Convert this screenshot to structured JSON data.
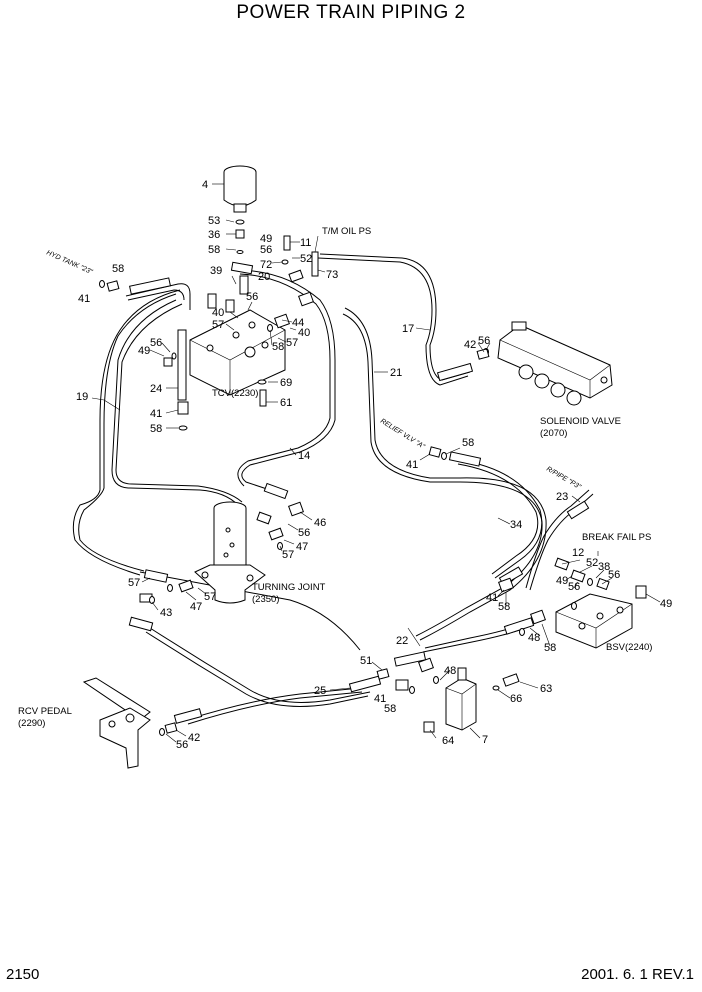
{
  "header": {
    "title": "POWER TRAIN PIPING 2"
  },
  "footer": {
    "page_number": "2150",
    "revision": "2001. 6. 1  REV.1"
  },
  "components": {
    "tcv": "TCV(2230)",
    "solenoid_valve": "SOLENOID VALVE",
    "solenoid_valve_code": "(2070)",
    "turning_joint": "TURNING JOINT",
    "turning_joint_code": "(2350)",
    "rcv_pedal": "RCV PEDAL",
    "rcv_pedal_code": "(2290)",
    "bsv": "BSV(2240)",
    "tm_oil_ps": "T/M OIL PS",
    "break_fail_ps": "BREAK FAIL PS"
  },
  "pipe_tags": {
    "hyd_tank": "HYD TANK \"23\"",
    "relief_valve": "RELIEF VLV \"A\"",
    "r_pipe": "R/PIPE \"P3\""
  },
  "callouts": [
    {
      "n": "4"
    },
    {
      "n": "53"
    },
    {
      "n": "36"
    },
    {
      "n": "58"
    },
    {
      "n": "49"
    },
    {
      "n": "56"
    },
    {
      "n": "11"
    },
    {
      "n": "72"
    },
    {
      "n": "52"
    },
    {
      "n": "73"
    },
    {
      "n": "39"
    },
    {
      "n": "20"
    },
    {
      "n": "58"
    },
    {
      "n": "41"
    },
    {
      "n": "40"
    },
    {
      "n": "57"
    },
    {
      "n": "56"
    },
    {
      "n": "44"
    },
    {
      "n": "40"
    },
    {
      "n": "57"
    },
    {
      "n": "58"
    },
    {
      "n": "49"
    },
    {
      "n": "56"
    },
    {
      "n": "24"
    },
    {
      "n": "69"
    },
    {
      "n": "61"
    },
    {
      "n": "41"
    },
    {
      "n": "58"
    },
    {
      "n": "19"
    },
    {
      "n": "17"
    },
    {
      "n": "42"
    },
    {
      "n": "56"
    },
    {
      "n": "21"
    },
    {
      "n": "14"
    },
    {
      "n": "58"
    },
    {
      "n": "41"
    },
    {
      "n": "34"
    },
    {
      "n": "23"
    },
    {
      "n": "46"
    },
    {
      "n": "56"
    },
    {
      "n": "47"
    },
    {
      "n": "57"
    },
    {
      "n": "57"
    },
    {
      "n": "47"
    },
    {
      "n": "57"
    },
    {
      "n": "43"
    },
    {
      "n": "12"
    },
    {
      "n": "52"
    },
    {
      "n": "38"
    },
    {
      "n": "56"
    },
    {
      "n": "49"
    },
    {
      "n": "56"
    },
    {
      "n": "49"
    },
    {
      "n": "41"
    },
    {
      "n": "58"
    },
    {
      "n": "48"
    },
    {
      "n": "58"
    },
    {
      "n": "22"
    },
    {
      "n": "51"
    },
    {
      "n": "48"
    },
    {
      "n": "25"
    },
    {
      "n": "41"
    },
    {
      "n": "58"
    },
    {
      "n": "63"
    },
    {
      "n": "66"
    },
    {
      "n": "56"
    },
    {
      "n": "42"
    },
    {
      "n": "64"
    },
    {
      "n": "7"
    }
  ]
}
